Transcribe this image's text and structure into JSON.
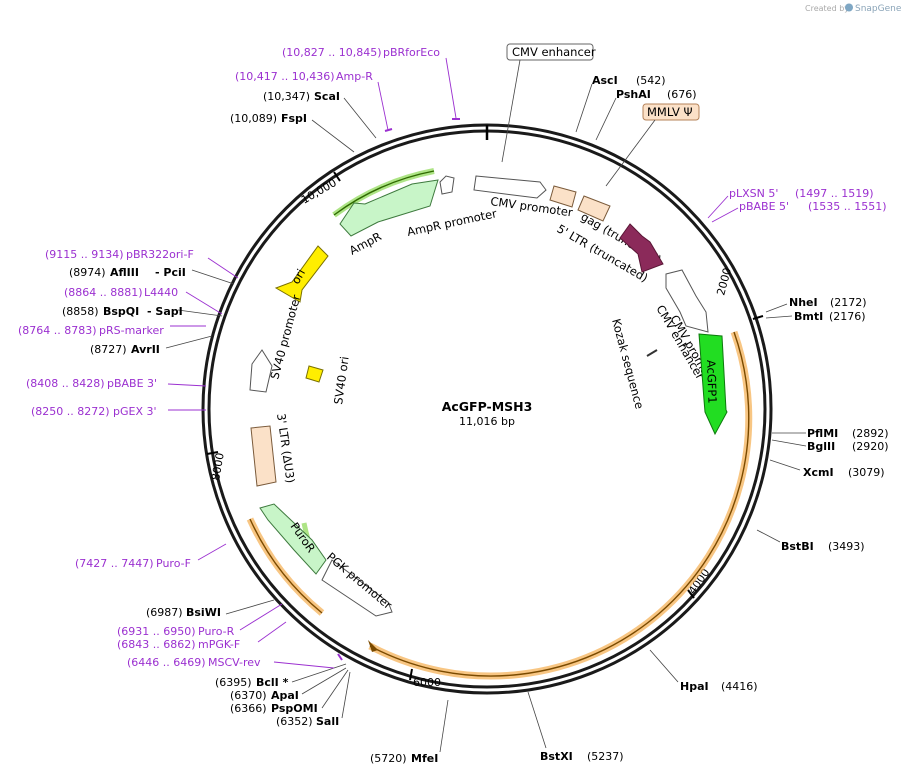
{
  "branding": {
    "created_by": "Created by",
    "product": "SnapGene"
  },
  "plasmid": {
    "name": "AcGFP-MSH3",
    "length": "11,016 bp"
  },
  "ticks": [
    "2000",
    "4000",
    "6000",
    "8000",
    "10,000"
  ],
  "enzymes_right": [
    {
      "name": "AscI",
      "pos": "(542)"
    },
    {
      "name": "PshAI",
      "pos": "(676)"
    },
    {
      "name": "NheI",
      "pos": "(2172)"
    },
    {
      "name": "BmtI",
      "pos": "(2176)"
    },
    {
      "name": "PflMI",
      "pos": "(2892)"
    },
    {
      "name": "BglII",
      "pos": "(2920)"
    },
    {
      "name": "XcmI",
      "pos": "(3079)"
    },
    {
      "name": "BstBI",
      "pos": "(3493)"
    },
    {
      "name": "HpaI",
      "pos": "(4416)"
    },
    {
      "name": "BstXI",
      "pos": "(5237)"
    }
  ],
  "enzymes_left": [
    {
      "name": "ScaI",
      "pos": "(10,347)"
    },
    {
      "name": "FspI",
      "pos": "(10,089)"
    },
    {
      "name": "AflIII",
      "extra": "- PciI",
      "pos": "(8974)"
    },
    {
      "name": "BspQI",
      "extra": "- SapI",
      "pos": "(8858)"
    },
    {
      "name": "AvrII",
      "pos": "(8727)"
    },
    {
      "name": "BsiWI",
      "pos": "(6987)"
    },
    {
      "name": "BclI *",
      "pos": "(6395)"
    },
    {
      "name": "ApaI",
      "pos": "(6370)"
    },
    {
      "name": "PspOMI",
      "pos": "(6366)"
    },
    {
      "name": "SalI",
      "pos": "(6352)"
    },
    {
      "name": "MfeI",
      "pos": "(5720)"
    }
  ],
  "primers": [
    {
      "range": "(10,827 .. 10,845)",
      "name": "pBRforEco"
    },
    {
      "range": "(10,417 .. 10,436)",
      "name": "Amp-R"
    },
    {
      "name": "pLXSN 5'",
      "range": "(1497 .. 1519)"
    },
    {
      "name": "pBABE 5'",
      "range": "(1535 .. 1551)"
    },
    {
      "range": "(9115 .. 9134)",
      "name": "pBR322ori-F"
    },
    {
      "range": "(8864 .. 8881)",
      "name": "L4440"
    },
    {
      "range": "(8764 .. 8783)",
      "name": "pRS-marker"
    },
    {
      "range": "(8408 .. 8428)",
      "name": "pBABE 3'"
    },
    {
      "range": "(8250 .. 8272)",
      "name": "pGEX 3'"
    },
    {
      "range": "(7427 .. 7447)",
      "name": "Puro-F"
    },
    {
      "range": "(6931 .. 6950)",
      "name": "Puro-R"
    },
    {
      "range": "(6843 .. 6862)",
      "name": "mPGK-F"
    },
    {
      "range": "(6446 .. 6469)",
      "name": "MSCV-rev"
    }
  ],
  "boxed_labels": {
    "cmv_enhancer": "CMV enhancer",
    "mmlv": "MMLV Ψ"
  },
  "features": {
    "cmv_promoter": "CMV promoter",
    "ltr5": "5' LTR (truncated)",
    "gag": "gag (truncated)",
    "cmv_promoter2": "CMV promoter",
    "cmv_enhancer2": "CMV enhancer",
    "kozak": "Kozak sequence",
    "acgfp1": "AcGFP1",
    "ampr": "AmpR",
    "ampr_promoter": "AmpR promoter",
    "ori": "ori",
    "sv40_promoter": "SV40 promoter",
    "sv40_ori": "SV40 ori",
    "ltr3": "3' LTR (ΔU3)",
    "puror": "PuroR",
    "pgk_promoter": "PGK promoter"
  },
  "colors": {
    "backbone": "#1a1a1a",
    "primer": "#9b30d0",
    "acgfp": "#22dd22",
    "gag": "#8b2a5a",
    "ampr": "#c8f5c8",
    "ori": "#ffee00",
    "ltr": "#fbe1c8",
    "orf": "#f5b35a"
  }
}
